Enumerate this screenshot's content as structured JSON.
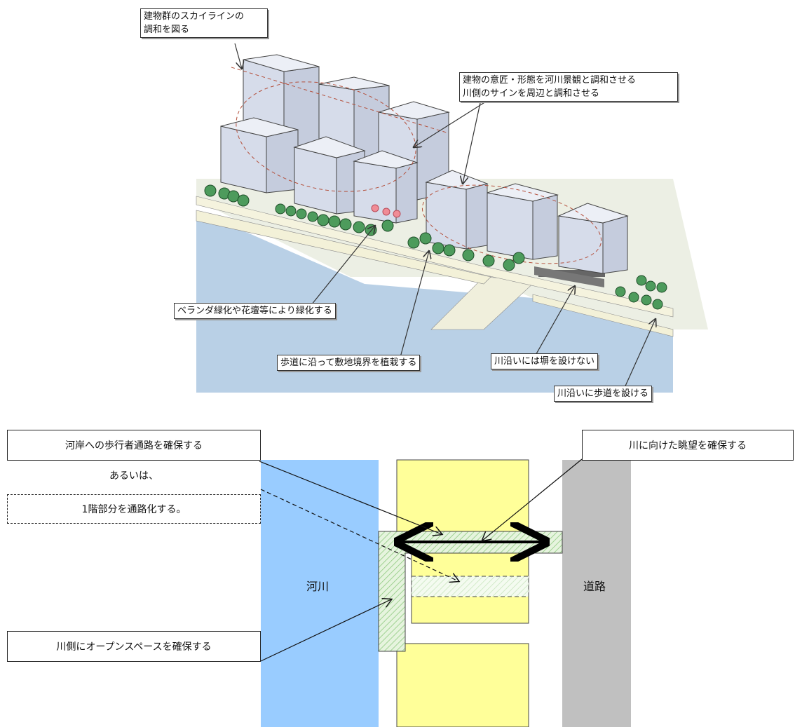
{
  "upper": {
    "skyline": [
      "建物群のスカイラインの",
      "調和を図る"
    ],
    "design": [
      "建物の意匠・形態を河川景観と調和させる",
      "川側のサインを周辺と調和させる"
    ],
    "balcony": "ベランダ緑化や花壇等により緑化する",
    "sidewalk_planting": "歩道に沿って敷地境界を植栽する",
    "no_fence": "川沿いには塀を設けない",
    "river_walk": "川沿いに歩道を設ける"
  },
  "lower": {
    "access": "河岸への歩行者通路を確保する",
    "or": "あるいは、",
    "ground_floor": "1階部分を通路化する。",
    "view": "川に向けた眺望を確保する",
    "open_space": "川側にオープンスペースを確保する",
    "river": "河川",
    "road": "道路"
  },
  "colors": {
    "river_blue": "#99ccff",
    "road_gray": "#c0c0c0",
    "block_yellow": "#ffff99",
    "hatch_green": "#9fd48f",
    "building": "#d5dbe9",
    "tree": "#4a9a5a",
    "water": "#b6cfe8",
    "ground": "#f2f2e0"
  }
}
